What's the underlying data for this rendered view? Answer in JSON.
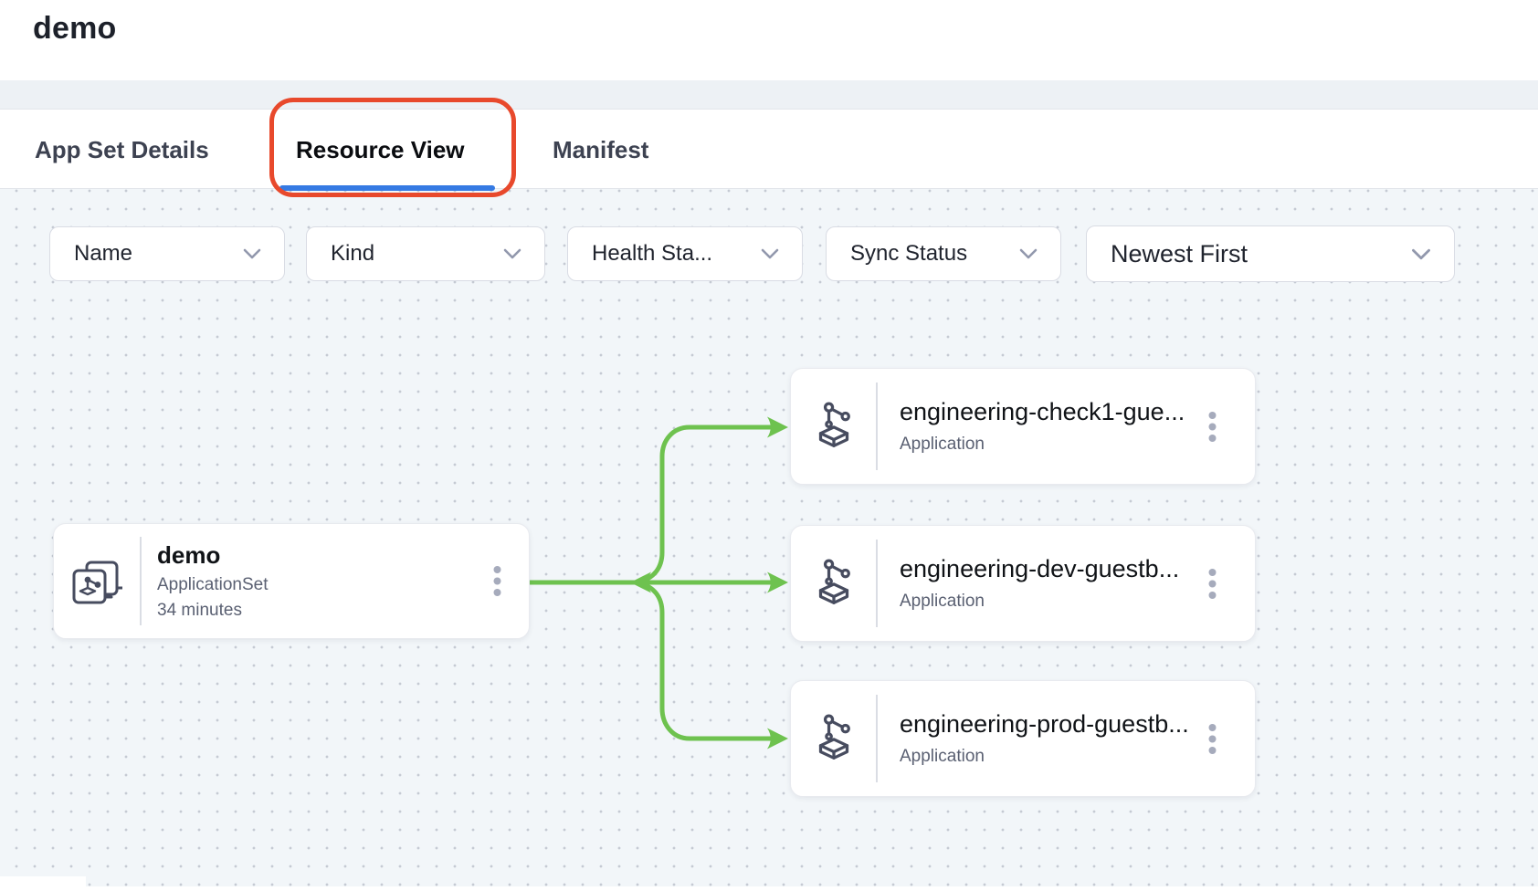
{
  "header": {
    "title": "demo"
  },
  "tabs": {
    "app_set_details": "App Set Details",
    "resource_view": "Resource View",
    "manifest": "Manifest"
  },
  "filters": {
    "name": "Name",
    "kind": "Kind",
    "health_status": "Health Sta...",
    "sync_status": "Sync Status",
    "sort_order": "Newest First"
  },
  "graph": {
    "root": {
      "name": "demo",
      "kind": "ApplicationSet",
      "age": "34 minutes"
    },
    "children": [
      {
        "name": "engineering-check1-gue...",
        "kind": "Application"
      },
      {
        "name": "engineering-dev-guestb...",
        "kind": "Application"
      },
      {
        "name": "engineering-prod-guestb...",
        "kind": "Application"
      }
    ]
  },
  "colors": {
    "edge_green": "#6ec24f",
    "tab_underline_blue": "#357ae3",
    "annotation_red": "#e8492c",
    "canvas_background": "#f2f6f9",
    "canvas_dot": "#c5cad3"
  }
}
